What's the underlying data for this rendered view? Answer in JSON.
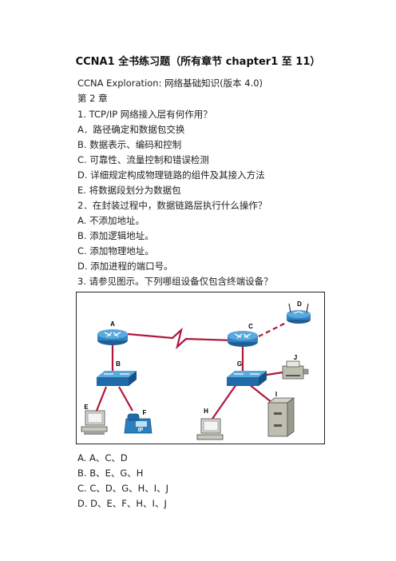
{
  "doc": {
    "title": "CCNA1 全书练习题（所有章节 chapter1 至 11）",
    "subtitle": "CCNA Exploration: 网络基础知识(版本 4.0)",
    "chapter": "第 2 章",
    "q1": {
      "question": "1. TCP/IP 网络接入层有何作用？",
      "options": [
        "A．路径确定和数据包交换",
        "B. 数据表示、编码和控制",
        "C. 可靠性、流量控制和错误检测",
        "D. 详细规定构成物理链路的组件及其接入方法",
        "E. 将数据段划分为数据包"
      ]
    },
    "q2": {
      "question": "2．在封装过程中，数据链路层执行什么操作？",
      "options": [
        "A. 不添加地址。",
        "B. 添加逻辑地址。",
        "C. 添加物理地址。",
        "D. 添加进程的端口号。"
      ]
    },
    "q3": {
      "question": "3. 请参见图示。下列哪组设备仅包含终端设备？",
      "options": [
        "A. A、C、D",
        "B. B、E、G、H",
        "C. C、D、G、H、I、J",
        "D. D、E、F、H、I、J"
      ]
    },
    "diagram": {
      "labels": {
        "A": "A",
        "B": "B",
        "C": "C",
        "D": "D",
        "E": "E",
        "F": "F",
        "G": "G",
        "H": "H",
        "I": "I",
        "J": "J"
      },
      "phone_text": "IP",
      "colors": {
        "router": "#2f83c4",
        "link": "#b0173c",
        "device": "#2a7fbf"
      }
    }
  }
}
